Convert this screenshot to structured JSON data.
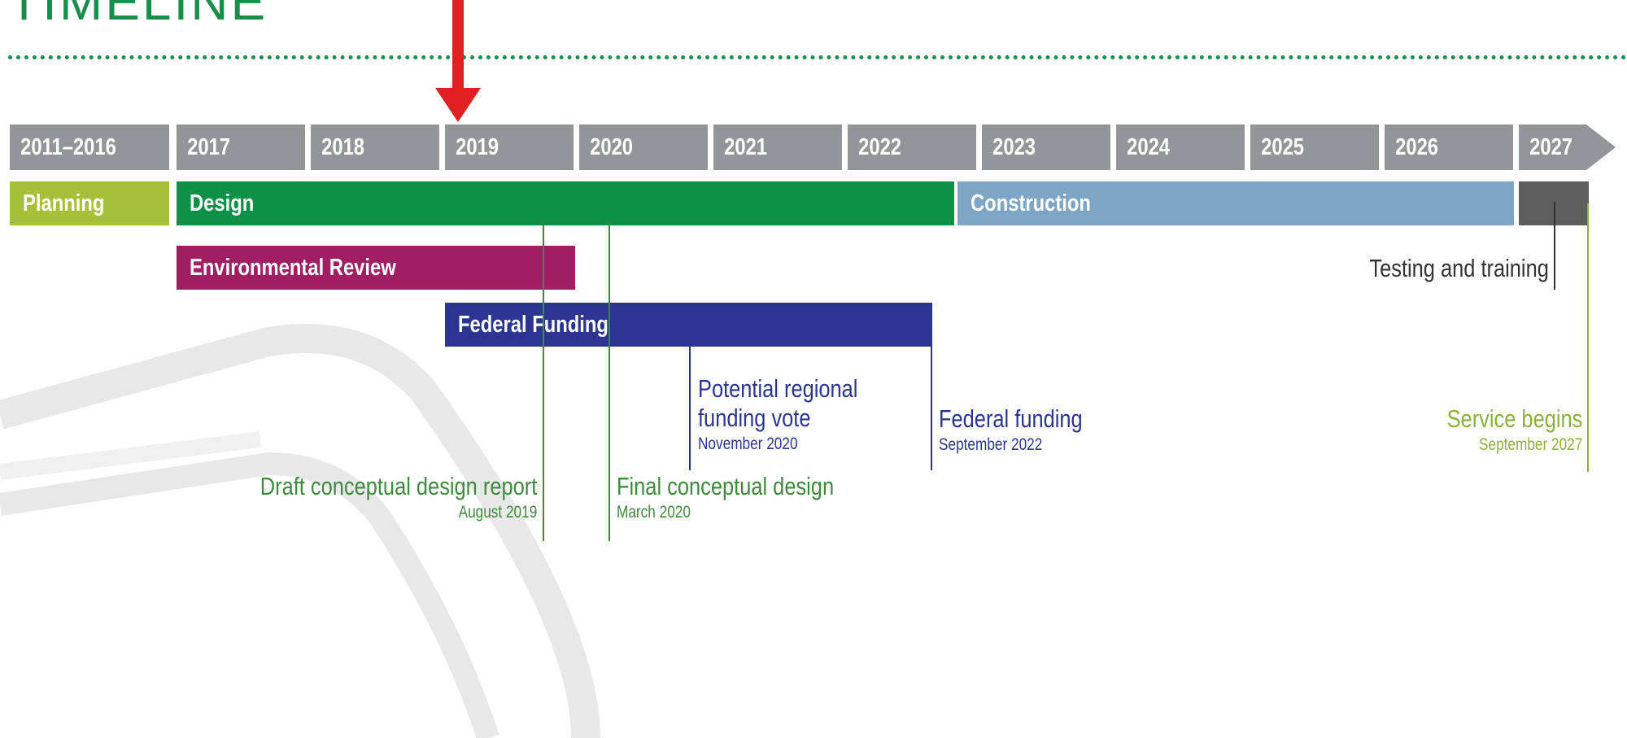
{
  "header": {
    "title": "TIMELINE"
  },
  "years": [
    "2011–2016",
    "2017",
    "2018",
    "2019",
    "2020",
    "2021",
    "2022",
    "2023",
    "2024",
    "2025",
    "2026",
    "2027"
  ],
  "phases": [
    {
      "label": "Planning",
      "color": "#a6c139"
    },
    {
      "label": "Design",
      "color": "#0d9146"
    },
    {
      "label": "Construction",
      "color": "#7ea6c4"
    },
    {
      "label": "",
      "color": "#5e5e5e"
    },
    {
      "label": "Environmental Review",
      "color": "#a11e63"
    },
    {
      "label": "Federal Funding",
      "color": "#2b3590"
    }
  ],
  "milestones": {
    "draft_report": {
      "title": "Draft conceptual design report",
      "date": "August 2019"
    },
    "final_design": {
      "title": "Final conceptual design",
      "date": "March 2020"
    },
    "regional_vote": {
      "title_line1": "Potential regional",
      "title_line2": "funding vote",
      "date": "November 2020"
    },
    "federal_funding": {
      "title": "Federal funding",
      "date": "September 2022"
    },
    "testing": {
      "title": "Testing and training"
    },
    "service": {
      "title": "Service begins",
      "date": "September 2027"
    }
  },
  "colors": {
    "accent_green": "#178e4a",
    "year_gray": "#939598",
    "pointer_red": "#e02020",
    "navy_text": "#2b3590",
    "milestone_green": "#3f8a3c",
    "service_green": "#8ab13c"
  }
}
